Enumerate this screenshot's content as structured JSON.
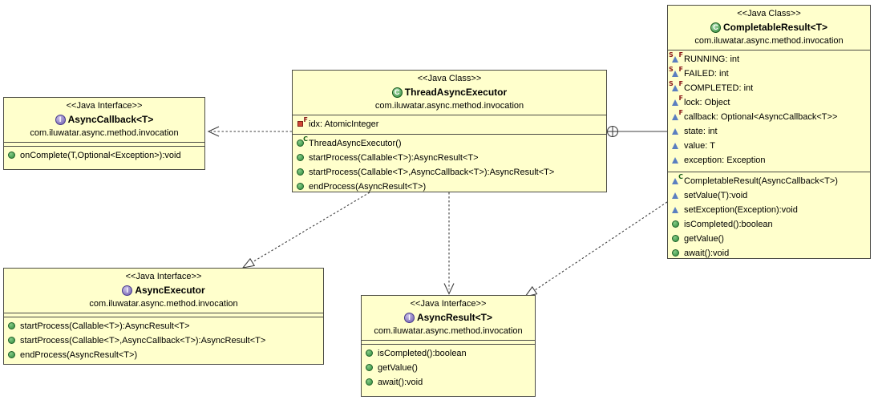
{
  "diagram": {
    "background_color": "#ffffff",
    "box_fill_color": "#ffffcc",
    "icons": {
      "class_letter": "C",
      "interface_letter": "I"
    },
    "classes": [
      {
        "id": "async-callback",
        "stereotype": "<<Java Interface>>",
        "kind": "interface",
        "name": "AsyncCallback<T>",
        "package": "com.iluwatar.async.method.invocation",
        "fields": [],
        "methods": [
          {
            "icon": "method-public",
            "text": "onComplete(T,Optional<Exception>):void"
          }
        ]
      },
      {
        "id": "thread-async-executor",
        "stereotype": "<<Java Class>>",
        "kind": "class",
        "name": "ThreadAsyncExecutor",
        "package": "com.iluwatar.async.method.invocation",
        "fields": [
          {
            "icon": "field-private",
            "post": "F",
            "text": "idx: AtomicInteger"
          }
        ],
        "methods": [
          {
            "icon": "constructor-public",
            "post": "C",
            "text": "ThreadAsyncExecutor()"
          },
          {
            "icon": "method-public",
            "text": "startProcess(Callable<T>):AsyncResult<T>"
          },
          {
            "icon": "method-public",
            "text": "startProcess(Callable<T>,AsyncCallback<T>):AsyncResult<T>"
          },
          {
            "icon": "method-public",
            "text": "endProcess(AsyncResult<T>)"
          }
        ]
      },
      {
        "id": "completable-result",
        "stereotype": "<<Java Class>>",
        "kind": "class",
        "name": "CompletableResult<T>",
        "package": "com.iluwatar.async.method.invocation",
        "fields": [
          {
            "icon": "field-package",
            "pre": "S",
            "post": "F",
            "text": "RUNNING: int"
          },
          {
            "icon": "field-package",
            "pre": "S",
            "post": "F",
            "text": "FAILED: int"
          },
          {
            "icon": "field-package",
            "pre": "S",
            "post": "F",
            "text": "COMPLETED: int"
          },
          {
            "icon": "field-package",
            "post": "F",
            "text": "lock: Object"
          },
          {
            "icon": "field-package",
            "post": "F",
            "text": "callback: Optional<AsyncCallback<T>>"
          },
          {
            "icon": "field-package",
            "text": "state: int"
          },
          {
            "icon": "field-package",
            "text": "value: T"
          },
          {
            "icon": "field-package",
            "text": "exception: Exception"
          }
        ],
        "methods": [
          {
            "icon": "constructor-package",
            "post": "C",
            "text": "CompletableResult(AsyncCallback<T>)"
          },
          {
            "icon": "method-package",
            "text": "setValue(T):void"
          },
          {
            "icon": "method-package",
            "text": "setException(Exception):void"
          },
          {
            "icon": "method-public",
            "text": "isCompleted():boolean"
          },
          {
            "icon": "method-public",
            "text": "getValue()"
          },
          {
            "icon": "method-public",
            "text": "await():void"
          }
        ]
      },
      {
        "id": "async-executor",
        "stereotype": "<<Java Interface>>",
        "kind": "interface",
        "name": "AsyncExecutor",
        "package": "com.iluwatar.async.method.invocation",
        "fields": [],
        "methods": [
          {
            "icon": "method-public",
            "text": "startProcess(Callable<T>):AsyncResult<T>"
          },
          {
            "icon": "method-public",
            "text": "startProcess(Callable<T>,AsyncCallback<T>):AsyncResult<T>"
          },
          {
            "icon": "method-public",
            "text": "endProcess(AsyncResult<T>)"
          }
        ]
      },
      {
        "id": "async-result",
        "stereotype": "<<Java Interface>>",
        "kind": "interface",
        "name": "AsyncResult<T>",
        "package": "com.iluwatar.async.method.invocation",
        "fields": [],
        "methods": [
          {
            "icon": "method-public",
            "text": "isCompleted():boolean"
          },
          {
            "icon": "method-public",
            "text": "getValue()"
          },
          {
            "icon": "method-public",
            "text": "await():void"
          }
        ]
      }
    ],
    "relationships": [
      {
        "type": "dependency",
        "from": "ThreadAsyncExecutor",
        "to": "AsyncCallback<T>"
      },
      {
        "type": "nested-class",
        "from": "ThreadAsyncExecutor",
        "to": "CompletableResult<T>"
      },
      {
        "type": "realization",
        "from": "ThreadAsyncExecutor",
        "to": "AsyncExecutor"
      },
      {
        "type": "dependency",
        "from": "ThreadAsyncExecutor",
        "to": "AsyncResult<T>"
      },
      {
        "type": "realization",
        "from": "CompletableResult<T>",
        "to": "AsyncResult<T>"
      }
    ]
  }
}
